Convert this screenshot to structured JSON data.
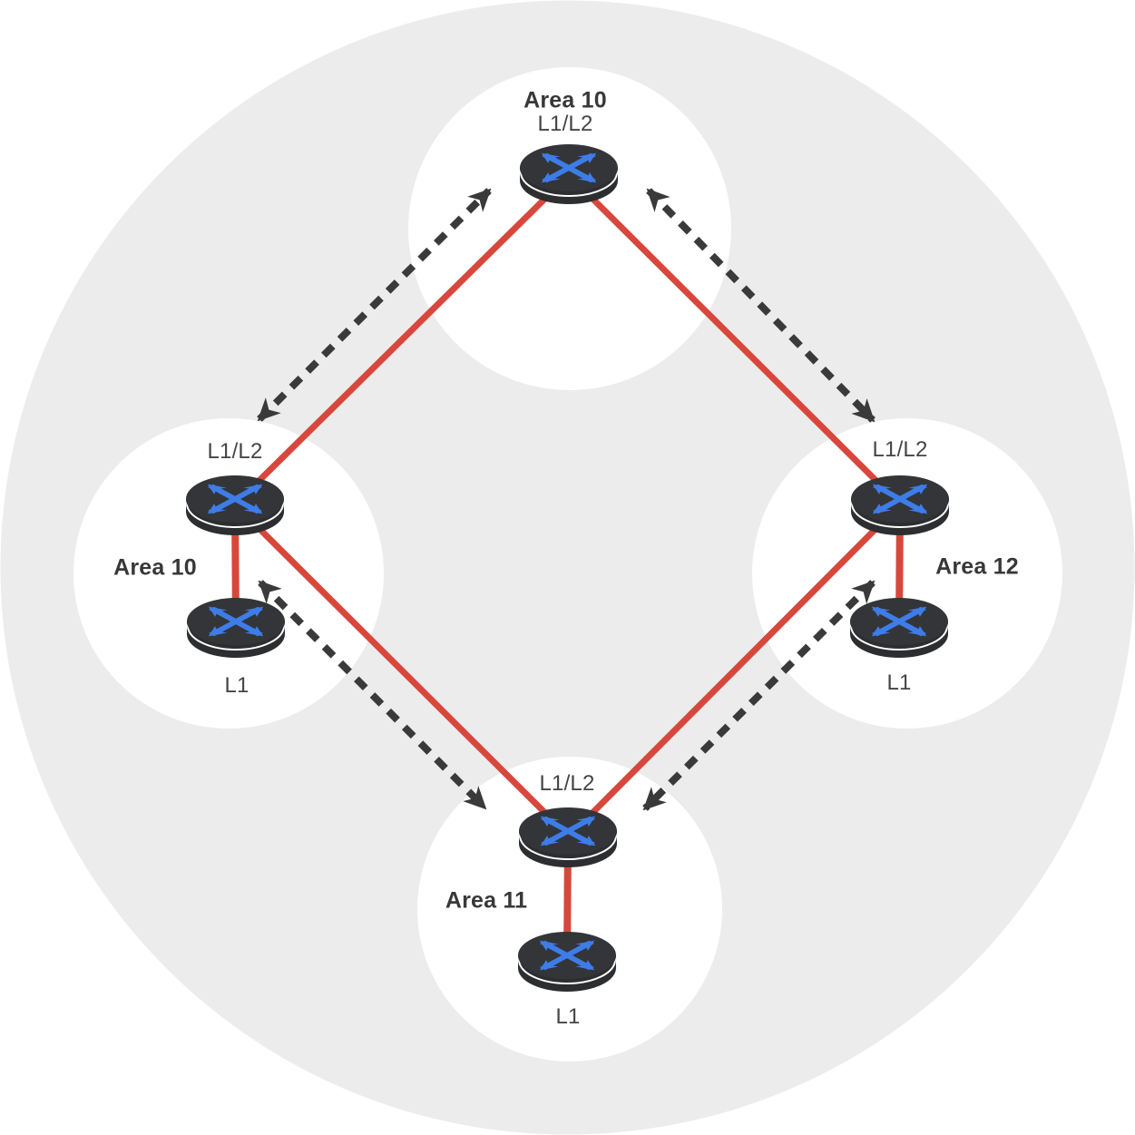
{
  "diagram": {
    "type": "isis-multi-area-routing-topology",
    "colors": {
      "outer_circle": "#ECECEC",
      "area_circle": "#FFFFFF",
      "physical_link_red": "#D8473C",
      "adjacency_dash_dark": "#3A3A3A",
      "router_body_dark": "#333538",
      "router_side_dark": "#2C2E30",
      "router_arrow_blue": "#3E7CE8",
      "label_text": "#3A3A3A"
    },
    "areas": {
      "top": {
        "name": "Area 10",
        "routers": {
          "l1l2": "L1/L2"
        }
      },
      "left": {
        "name": "Area 10",
        "routers": {
          "l1l2": "L1/L2",
          "l1": "L1"
        }
      },
      "right": {
        "name": "Area 12",
        "routers": {
          "l1l2": "L1/L2",
          "l1": "L1"
        }
      },
      "bottom": {
        "name": "Area 11",
        "routers": {
          "l1l2": "L1/L2",
          "l1": "L1"
        }
      }
    }
  }
}
